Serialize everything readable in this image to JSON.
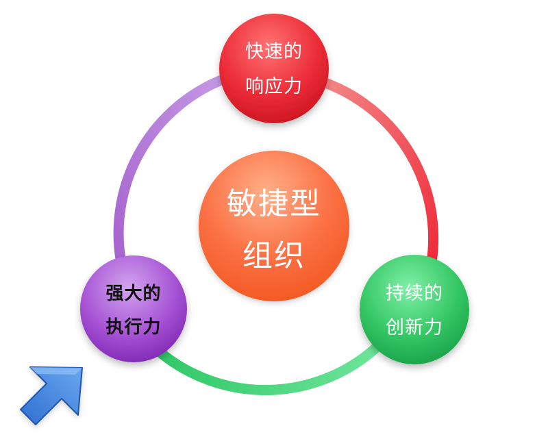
{
  "center": {
    "line1": "敏捷型",
    "line2": "组织"
  },
  "nodes": {
    "top": {
      "line1": "快速的",
      "line2": "响应力",
      "color": "#e8303c"
    },
    "right": {
      "line1": "持续的",
      "line2": "创新力",
      "color": "#2fbe5e"
    },
    "left": {
      "line1": "强大的",
      "line2": "执行力",
      "color": "#9a44c6"
    }
  },
  "arcs": {
    "top_to_right": "#ef3a46",
    "right_to_left": "#3ccd6e",
    "left_to_top": "#b77ad6"
  },
  "arrow": {
    "icon": "blue-diagonal-arrow-icon",
    "color": "#3d7fd9"
  }
}
